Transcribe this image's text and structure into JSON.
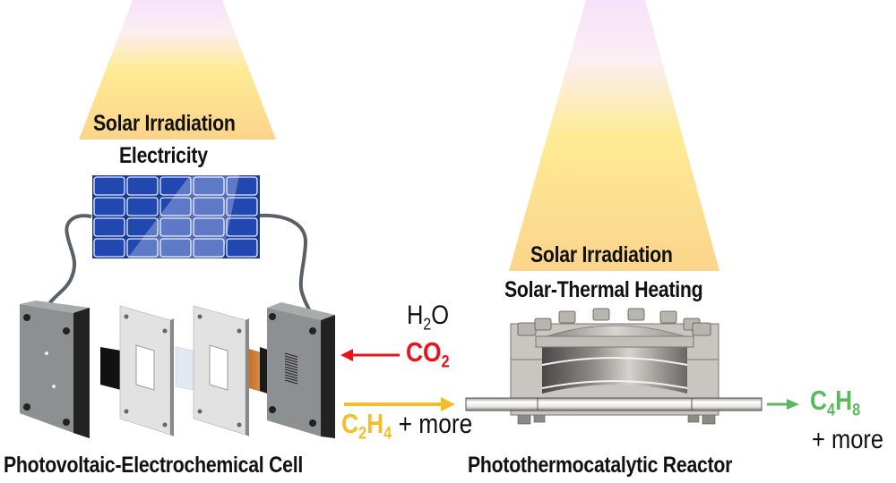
{
  "left_system": {
    "beam_label": "Solar Irradiation",
    "conversion_label": "Electricity",
    "device_label": "Photovoltaic-Electrochemical Cell",
    "solar_panel": {
      "rows": 4,
      "cols": 5,
      "color": "#1f3fa6"
    }
  },
  "right_system": {
    "beam_label": "Solar Irradiation",
    "conversion_label": "Solar-Thermal Heating",
    "device_label": "Photothermocatalytic Reactor"
  },
  "inputs": {
    "water": {
      "base1": "H",
      "sub1": "2",
      "base2": "O",
      "color": "#111111"
    },
    "co2": {
      "base1": "CO",
      "sub1": "2",
      "color": "#e8141b"
    }
  },
  "intermediate": {
    "product": {
      "base1": "C",
      "sub1": "2",
      "base2": "H",
      "sub2": "4",
      "color": "#f5be28"
    },
    "more_label": "+ more"
  },
  "output": {
    "product": {
      "base1": "C",
      "sub1": "4",
      "base2": "H",
      "sub2": "8",
      "color": "#5cb85c"
    },
    "more_label": "+ more"
  },
  "colors": {
    "beam_top": "#f8e8f8",
    "beam_mid": "#fde98a",
    "beam_bottom": "#fbd48a",
    "co2_arrow": "#e8141b",
    "c2h4_arrow": "#f5be28",
    "c4h8_arrow": "#5cb85c",
    "cable": "#5a6068"
  }
}
